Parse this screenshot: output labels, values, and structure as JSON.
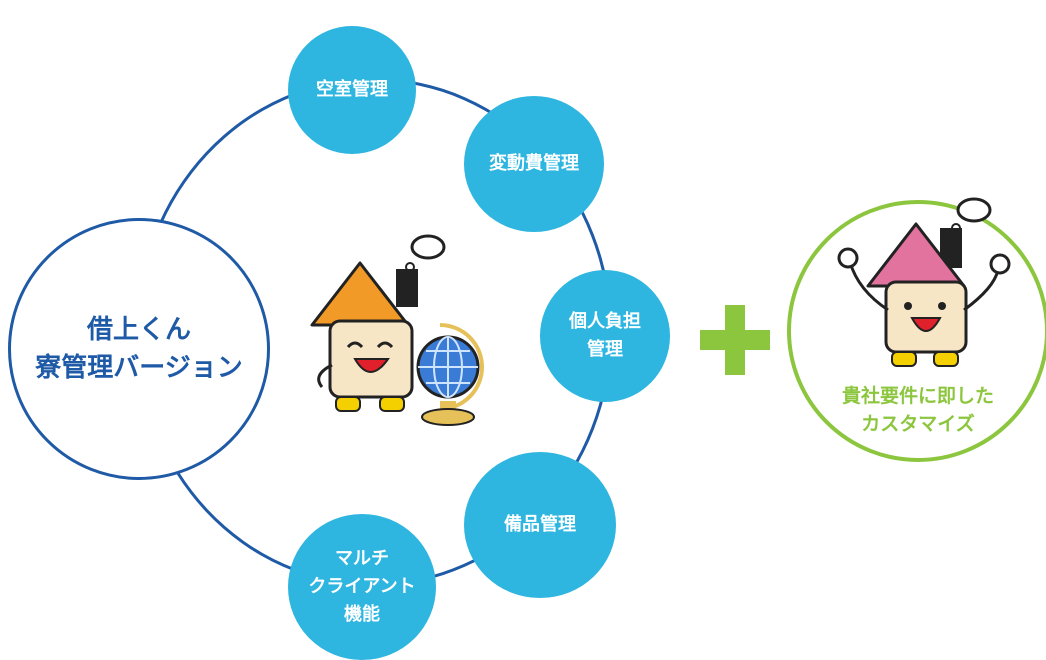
{
  "center": {
    "line1": "借上くん",
    "line2": "寮管理バージョン"
  },
  "features": [
    {
      "lines": [
        "空室管理"
      ]
    },
    {
      "lines": [
        "変動費管理"
      ]
    },
    {
      "lines": [
        "個人負担",
        "管理"
      ]
    },
    {
      "lines": [
        "備品管理"
      ]
    },
    {
      "lines": [
        "マルチ",
        "クライアント",
        "機能"
      ]
    }
  ],
  "custom": {
    "line1": "貴社要件に即した",
    "line2": "カスタマイズ"
  },
  "colors": {
    "ring_blue": "#1f5aa6",
    "bubble_cyan": "#2eb6e0",
    "accent_green": "#8cc63e",
    "roof_orange": "#f29a27",
    "roof_pink": "#e2739e"
  }
}
